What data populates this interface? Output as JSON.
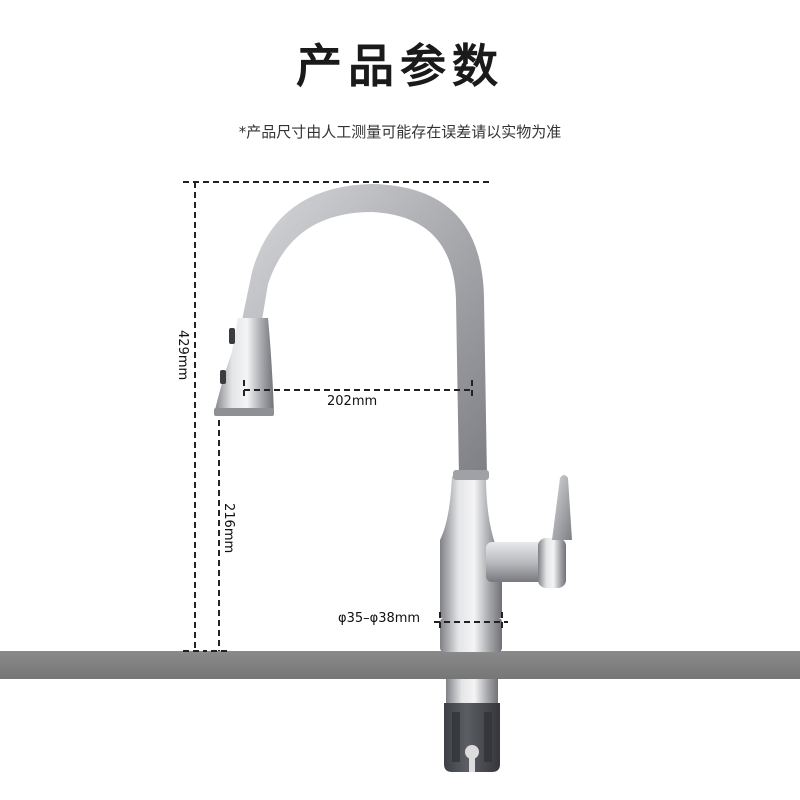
{
  "header": {
    "title": "产品参数",
    "subtitle": "*产品尺寸由人工测量可能存在误差请以实物为准"
  },
  "dimensions": {
    "total_height": "429mm",
    "spout_reach": "202mm",
    "spout_height": "216mm",
    "mount_hole": "φ35–φ38mm"
  },
  "icons": {
    "product": "kitchen-faucet-icon",
    "countertop": "countertop-icon"
  },
  "colors": {
    "countertop": "#7d7d7d",
    "dimension_line": "#222222",
    "metal_light": "#d9dadc",
    "metal_dark": "#8a8c90",
    "base_shank": "#4a4d52"
  }
}
